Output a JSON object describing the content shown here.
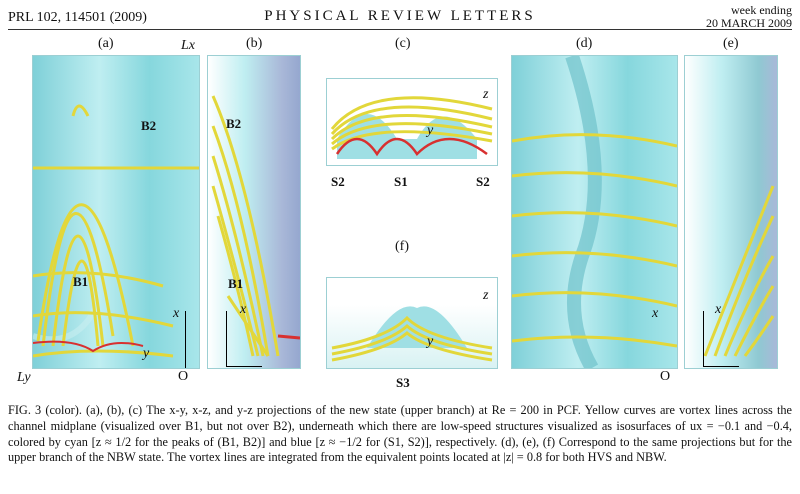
{
  "header": {
    "journal": "PRL 102, 114501 (2009)",
    "title": "PHYSICAL REVIEW LETTERS",
    "week_label": "week ending",
    "date": "20 MARCH 2009"
  },
  "panels": {
    "a": "(a)",
    "b": "(b)",
    "c": "(c)",
    "d": "(d)",
    "e": "(e)",
    "f": "(f)"
  },
  "labels": {
    "Lx": "Lx",
    "Ly": "Ly",
    "B1": "B1",
    "B2": "B2",
    "S1": "S1",
    "S2": "S2",
    "S3": "S3",
    "x": "x",
    "y": "y",
    "z": "z",
    "O": "O"
  },
  "caption": "FIG. 3 (color).   (a), (b), (c) The x-y, x-z, and y-z projections of the new state (upper branch) at Re = 200 in PCF. Yellow curves are vortex lines across the channel midplane (visualized over B1, but not over B2), underneath which there are low-speed structures visualized as isosurfaces of ux = −0.1 and −0.4, colored by cyan [z ≈ 1/2 for the peaks of (B1, B2)] and blue [z ≈ −1/2 for (S1, S2)], respectively. (d), (e), (f) Correspond to the same projections but for the upper branch of the NBW state. The vortex lines are integrated from the equivalent points located at |z| = 0.8 for both HVS and NBW.",
  "colors": {
    "cyan": "#8fdce2",
    "yellow": "#e8e040",
    "blue": "#8fb0d8",
    "red": "#d83030"
  }
}
